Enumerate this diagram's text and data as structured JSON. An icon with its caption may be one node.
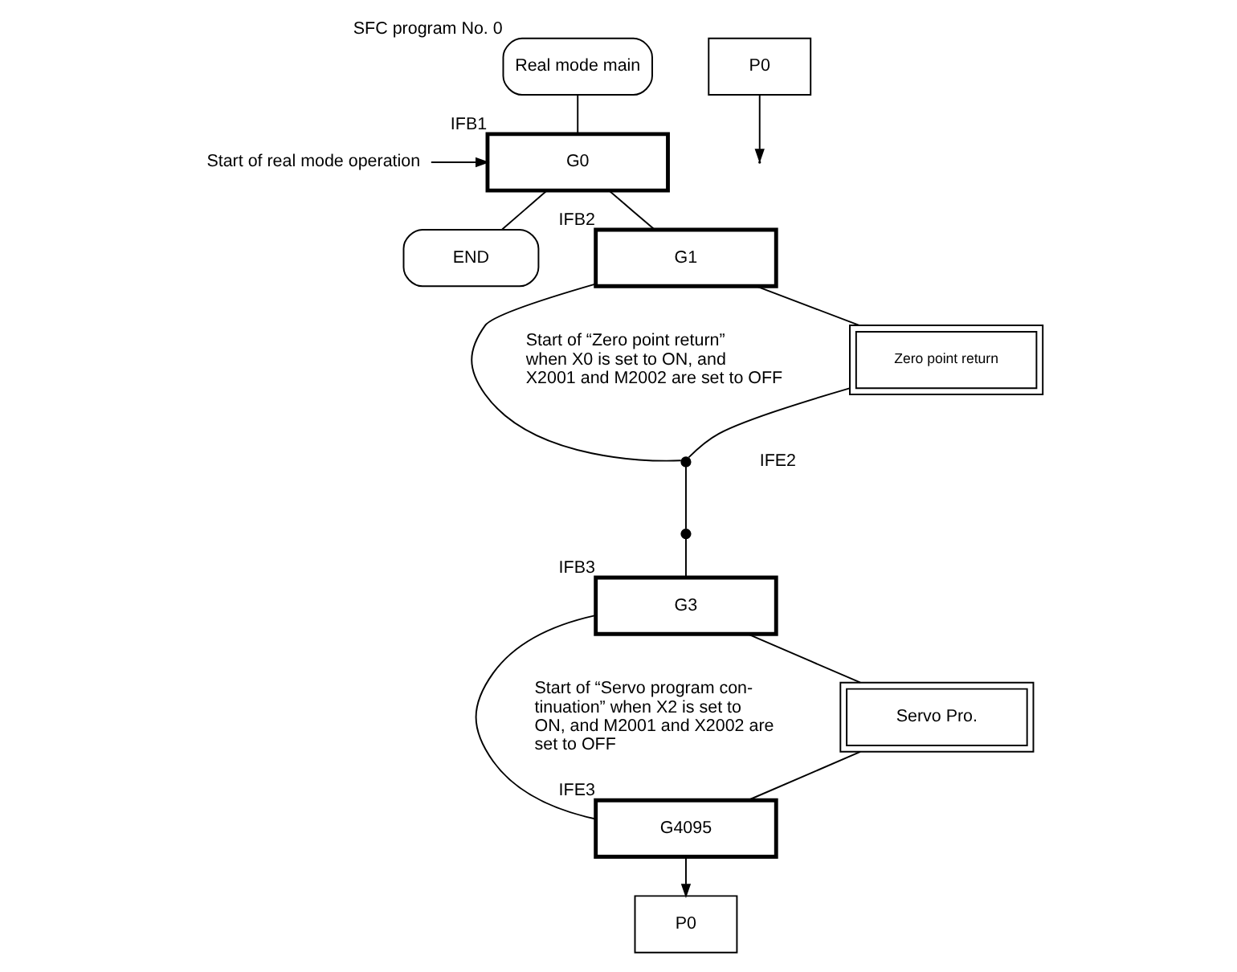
{
  "diagram": {
    "nodes": [
      {
        "text": [
          "Real mode main"
        ],
        "beside": [
          "SFC program No. 0"
        ]
      },
      {
        "text": [
          "P0"
        ]
      },
      {
        "text": [
          "Start of real mode operation"
        ]
      },
      {
        "text": [
          "G0"
        ],
        "beside": [
          "IFB1"
        ]
      },
      {
        "text": [
          "END"
        ]
      },
      {
        "text": [
          "G1"
        ],
        "beside": [
          "IFB2"
        ]
      },
      {
        "text": [
          "Zero point return"
        ]
      },
      {
        "text": [],
        "shape": "circle"
      },
      {
        "text": [],
        "shape": "circle"
      },
      {
        "text": [
          "G3"
        ],
        "beside": [
          "IFB3"
        ]
      },
      {
        "text": [
          "Servo Pro."
        ]
      },
      {
        "text": [
          "G4095"
        ],
        "beside": [
          "IFE3"
        ]
      },
      {
        "text": [
          "P0"
        ]
      }
    ],
    "edges": [
      {
        "from": 0,
        "to": 3,
        "arrow": "none"
      },
      {
        "from": 1,
        "to": null,
        "arrow": "to"
      },
      {
        "from": 2,
        "to": 3,
        "arrow": "to"
      },
      {
        "from": 3,
        "to": 4,
        "arrow": "none"
      },
      {
        "from": 3,
        "to": 5,
        "arrow": "none"
      },
      {
        "from": 5,
        "to": 6,
        "arrow": "none"
      },
      {
        "from": 5,
        "to": 7,
        "arrow": "none"
      },
      {
        "from": 6,
        "to": 7,
        "arrow": "none"
      },
      {
        "from": 7,
        "to": 8,
        "arrow": "none"
      },
      {
        "from": 8,
        "to": 9,
        "arrow": "none"
      },
      {
        "from": 9,
        "to": 10,
        "arrow": "none"
      },
      {
        "from": 9,
        "to": 11,
        "arrow": "none"
      },
      {
        "from": 10,
        "to": 11,
        "arrow": "none"
      },
      {
        "from": 11,
        "to": 12,
        "arrow": "to"
      }
    ],
    "labels": [
      "Start of “Zero point return” when X0 is set to ON, and X2001 and M2002 are set to OFF",
      "IFE2",
      "Start of “Servo program con- tinuation” when X2 is set to ON, and M2001 and X2002 are set to OFF"
    ]
  }
}
